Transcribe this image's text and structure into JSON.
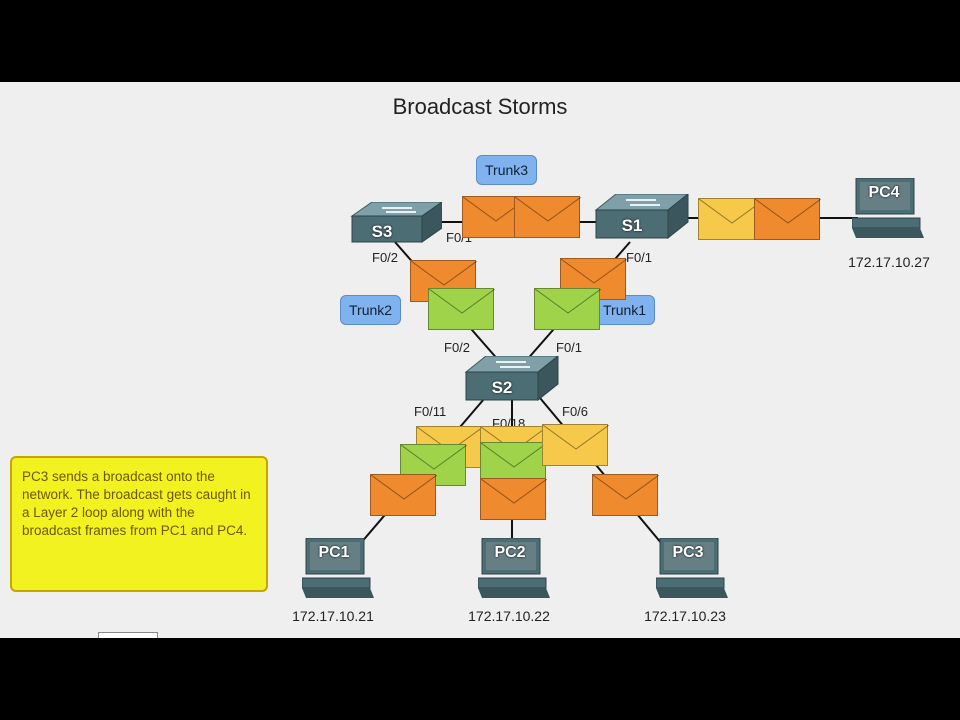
{
  "diagram": {
    "title": "Broadcast Storms",
    "switches": {
      "s1": "S1",
      "s2": "S2",
      "s3": "S3"
    },
    "trunks": {
      "trunk1": "Trunk1",
      "trunk2": "Trunk2",
      "trunk3": "Trunk3"
    },
    "ports": {
      "s3_f01": "F0/1",
      "s3_f02": "F0/2",
      "s1_f01": "F0/1",
      "s2_f02": "F0/2",
      "s2_f01": "F0/1",
      "s2_f011": "F0/11",
      "s2_f018": "F0/18",
      "s2_f06": "F0/6"
    },
    "pcs": [
      {
        "name": "PC1",
        "ip": "172.17.10.21"
      },
      {
        "name": "PC2",
        "ip": "172.17.10.22"
      },
      {
        "name": "PC3",
        "ip": "172.17.10.23"
      },
      {
        "name": "PC4",
        "ip": "172.17.10.27"
      }
    ],
    "note": "PC3 sends a broadcast onto the network. The broadcast gets caught in a Layer 2 loop along with the broadcast frames from PC1 and PC4.",
    "colors": {
      "orange": "#f08a2e",
      "yellow": "#f6c94a",
      "green": "#9ed34a",
      "trunk": "#7fb2ee",
      "note": "#f2f220"
    }
  }
}
